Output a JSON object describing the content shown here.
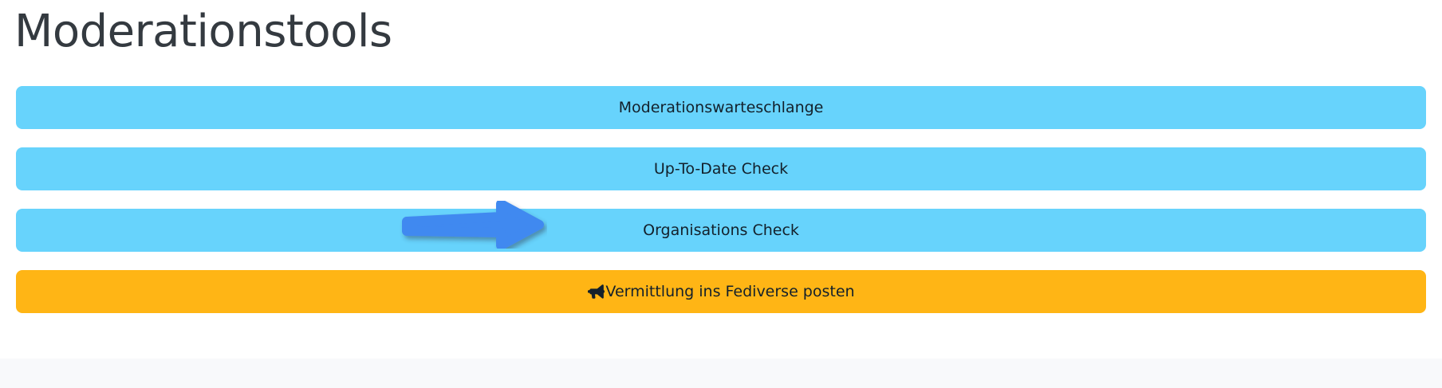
{
  "page": {
    "title": "Moderationstools",
    "background_color": "#ffffff",
    "footer_color": "#f8f9fb"
  },
  "colors": {
    "button_blue": "#67d3fc",
    "button_orange": "#ffb515",
    "button_text": "#13202b",
    "title_text": "#343a40",
    "annotation_arrow": "#4189f0"
  },
  "buttons": [
    {
      "label": "Moderationswarteschlange",
      "style": "blue",
      "icon": null
    },
    {
      "label": "Up-To-Date Check",
      "style": "blue",
      "icon": null
    },
    {
      "label": "Organisations Check",
      "style": "blue",
      "icon": null,
      "annotated": true
    },
    {
      "label": "Vermittlung ins Fediverse posten",
      "style": "orange",
      "icon": "bullhorn-icon"
    }
  ],
  "annotation": {
    "type": "arrow",
    "direction": "right",
    "points_to": "Organisations Check",
    "color": "#4189f0"
  }
}
